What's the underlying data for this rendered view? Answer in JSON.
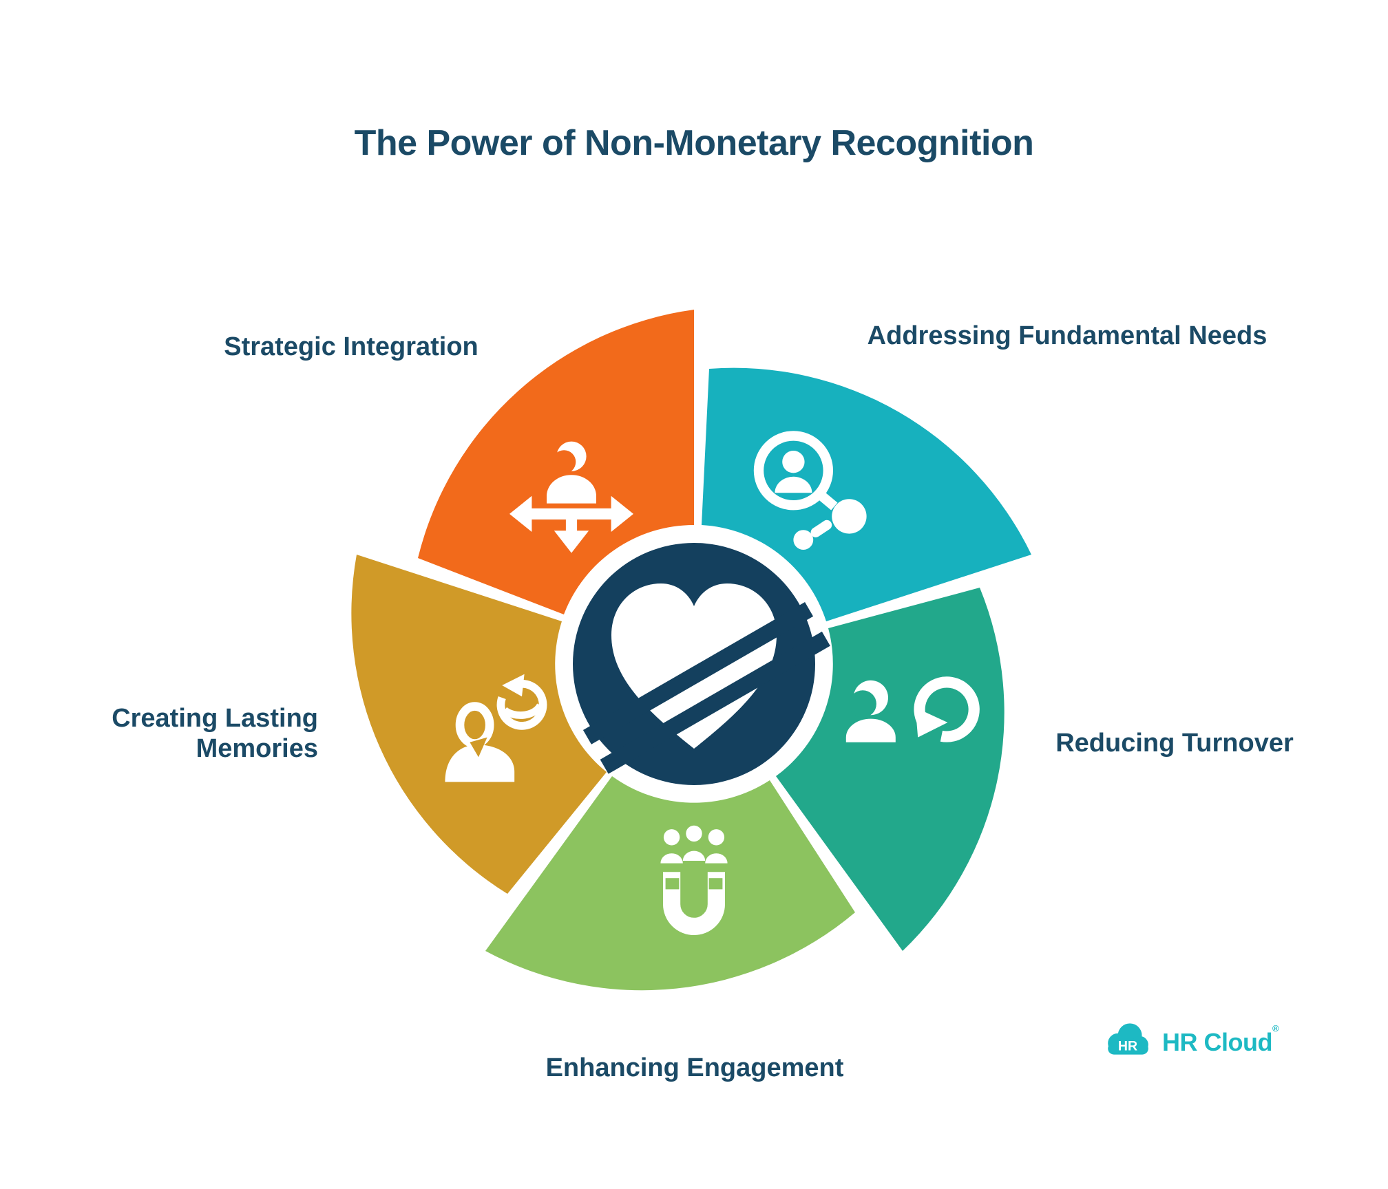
{
  "title": "The Power of Non-Monetary Recognition",
  "diagram": {
    "type": "pinwheel",
    "center_icon": "layered-heart",
    "segments": [
      {
        "label": "Strategic Integration",
        "color": "#F26A1B",
        "icon": "person-move-arrows"
      },
      {
        "label": "Addressing Fundamental Needs",
        "color": "#17B1BE",
        "icon": "person-network-search"
      },
      {
        "label": "Reducing Turnover",
        "color": "#22A88B",
        "icon": "person-refresh"
      },
      {
        "label": "Enhancing Engagement",
        "color": "#8CC35F",
        "icon": "magnet-people"
      },
      {
        "label": "Creating Lasting Memories",
        "color": "#D09A28",
        "icon": "person-memory-orb"
      }
    ],
    "palette": {
      "navy": "#14405E",
      "label_text": "#1B4A66",
      "background": "#FFFFFF"
    }
  },
  "logo": {
    "badge": "HR",
    "wordmark": "HR Cloud",
    "registered": "®",
    "color": "#1DB9C3"
  }
}
